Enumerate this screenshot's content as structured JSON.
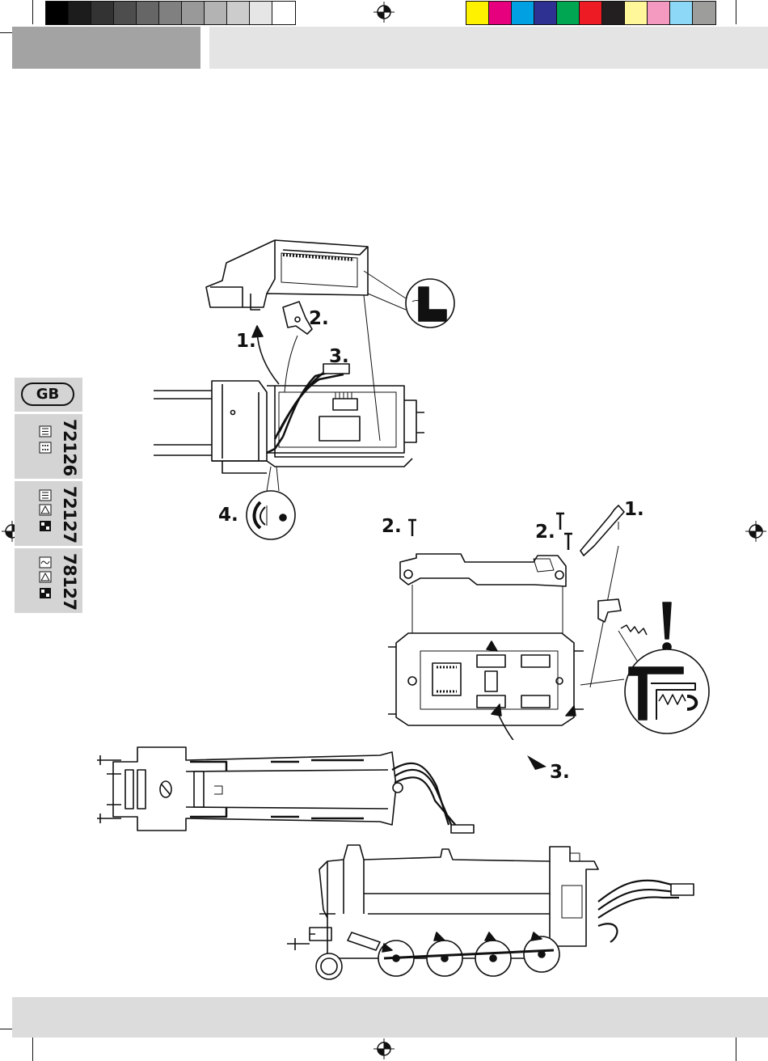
{
  "language_tab": "GB",
  "model_tabs": [
    {
      "number": "72126"
    },
    {
      "number": "72127"
    },
    {
      "number": "78127"
    }
  ],
  "colors": {
    "gray_bar": [
      "#000000",
      "#1c1c1c",
      "#333333",
      "#4d4d4d",
      "#666666",
      "#808080",
      "#999999",
      "#b3b3b3",
      "#cccccc",
      "#e6e6e6",
      "#ffffff"
    ],
    "process_bar": [
      "#fff200",
      "#e6007e",
      "#00a0e3",
      "#2e3192",
      "#00a651",
      "#ed1c24",
      "#231f20",
      "#fff799",
      "#f49ac1",
      "#8dd7f7",
      "#9d9d9c"
    ],
    "header_dark": "#a3a3a3",
    "header_light": "#e4e4e4",
    "tab": "#d4d4d4"
  },
  "upper_figure": {
    "steps": [
      "1.",
      "2.",
      "3.",
      "4."
    ]
  },
  "middle_figure": {
    "steps": [
      "1.",
      "2.",
      "2.",
      "3."
    ],
    "warning": "!"
  }
}
